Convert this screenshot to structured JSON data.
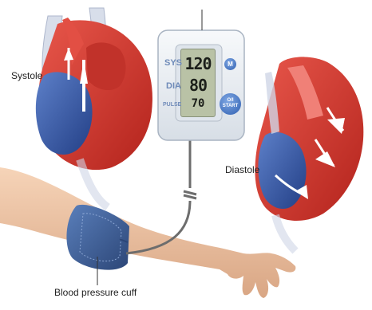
{
  "labels": {
    "top": "",
    "systole": "Systole",
    "diastole": "Diastole",
    "cuff": "Blood pressure cuff"
  },
  "monitor": {
    "sys_label": "SYS",
    "dia_label": "DIA",
    "pulse_label": "PULSE",
    "sys_value": "120",
    "dia_value": "80",
    "pulse_value": "70",
    "memory_button": "M",
    "start_button_line1": "O/I",
    "start_button_line2": "START"
  },
  "colors": {
    "oxygenated": "#d8342a",
    "deoxygenated": "#2f4f9e",
    "monitor_body": "#eef2f6",
    "lcd": "#b9c2a6",
    "button": "#2f5fb0",
    "skin": "#f1c7a6",
    "cuff": "#3c5d93"
  }
}
